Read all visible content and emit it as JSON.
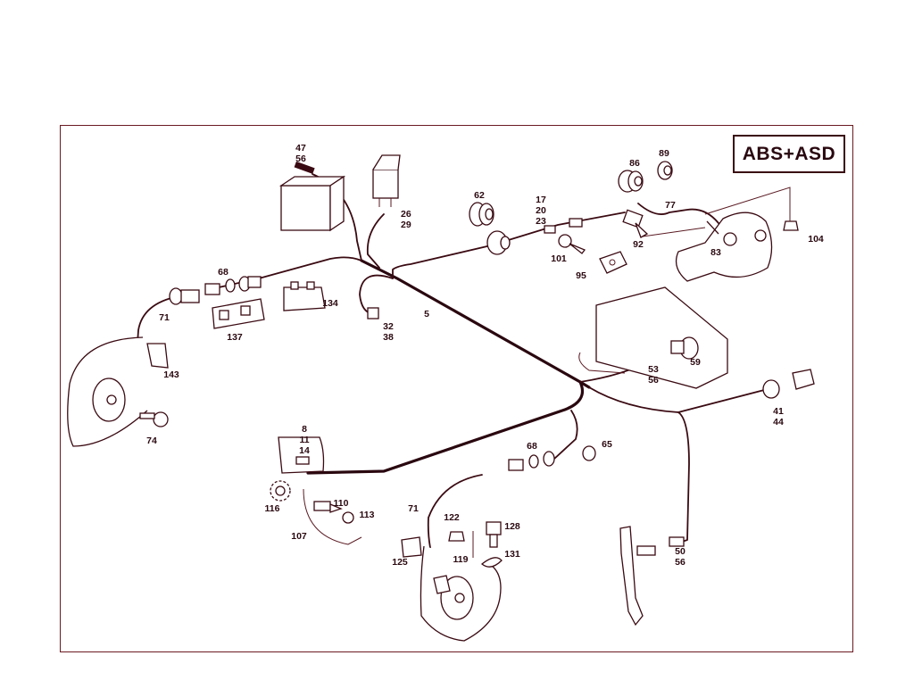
{
  "badge": {
    "text": "ABS+ASD"
  },
  "callouts": {
    "c47_56": "47\n56",
    "c26_29": "26\n29",
    "c62": "62",
    "c17_20_23": "17\n20\n23",
    "c86": "86",
    "c89": "89",
    "c77": "77",
    "c92": "92",
    "c101": "101",
    "c95": "95",
    "c83": "83",
    "c104": "104",
    "c68a": "68",
    "c134": "134",
    "c137": "137",
    "c71a": "71",
    "c32_38": "32\n38",
    "c5": "5",
    "c143": "143",
    "c74": "74",
    "c53_56": "53\n56",
    "c59": "59",
    "c41_44": "41\n44",
    "c8_11_14": "8\n11\n14",
    "c68b": "68",
    "c65": "65",
    "c116": "116",
    "c110": "110",
    "c113": "113",
    "c107": "107",
    "c71b": "71",
    "c122": "122",
    "c128": "128",
    "c119": "119",
    "c131": "131",
    "c125": "125",
    "c50_56": "50\n56"
  }
}
